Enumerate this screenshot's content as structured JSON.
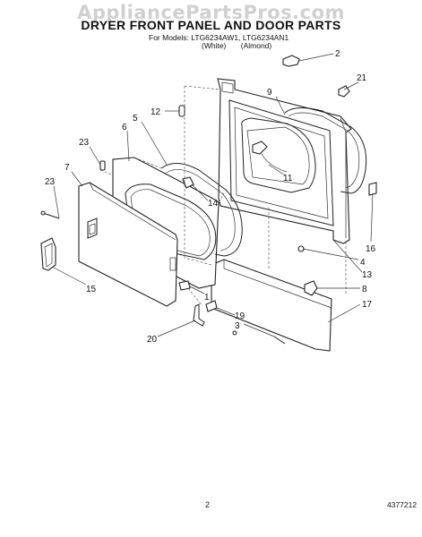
{
  "watermark": "AppliancePartsPros.com",
  "title": "DRYER FRONT PANEL AND DOOR PARTS",
  "models_line": "For Models: LTG6234AW1, LTG6234AN1",
  "colors_line": "(White)  (Almond)",
  "page_number": "2",
  "doc_number": "4377212",
  "callouts": [
    "2",
    "21",
    "9",
    "12",
    "5",
    "6",
    "23",
    "7",
    "11",
    "14",
    "23",
    "16",
    "4",
    "13",
    "8",
    "1",
    "15",
    "19",
    "17",
    "3",
    "20"
  ]
}
